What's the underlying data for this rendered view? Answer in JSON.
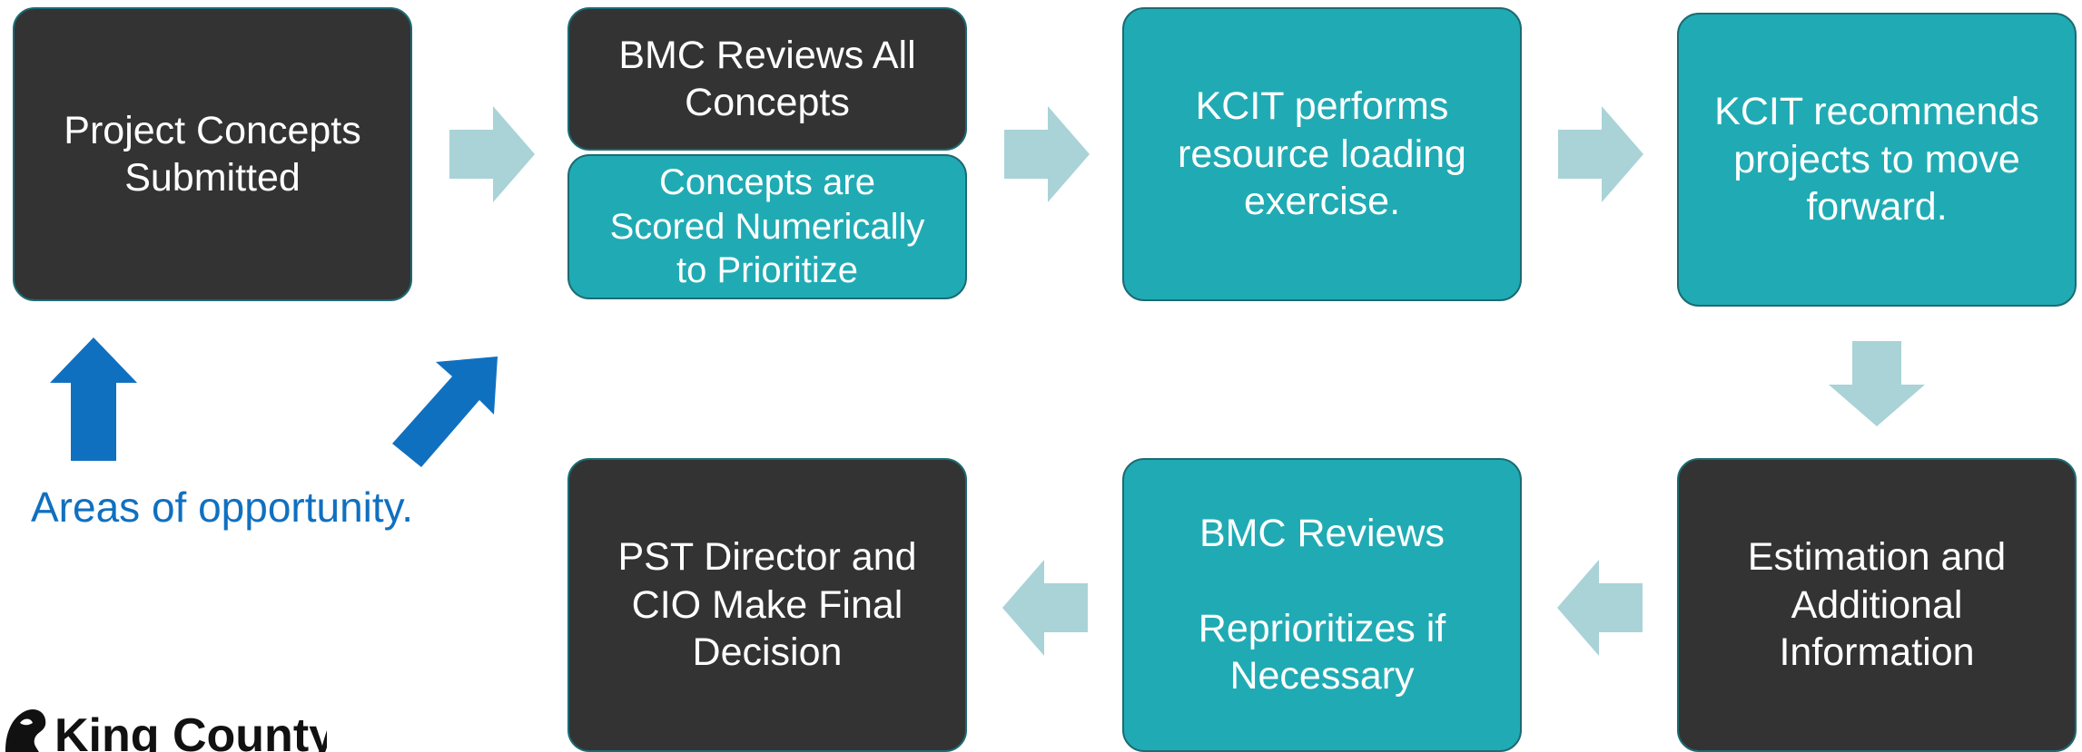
{
  "steps": {
    "submitted": "Project Concepts\nSubmitted",
    "bmc_reviews_all": "BMC Reviews All\nConcepts",
    "scored": "Concepts are\nScored Numerically\nto Prioritize",
    "kcit_performs": "KCIT performs\nresource loading\nexercise.",
    "kcit_recommends": "KCIT recommends\nprojects to move\nforward.",
    "estimation": "Estimation and\nAdditional\nInformation",
    "bmc_reprioritizes": "BMC Reviews\n\nReprioritizes if\nNecessary",
    "final_decision": "PST Director and\nCIO Make Final\nDecision"
  },
  "annotation": {
    "opportunity": "Areas of opportunity."
  },
  "logo": {
    "text": "King County"
  },
  "colors": {
    "dark_box": "#333333",
    "teal_box": "#20abb4",
    "flow_arrow": "#a9d3d7",
    "opportunity_arrow": "#1070c0",
    "opportunity_text": "#1070c0"
  }
}
